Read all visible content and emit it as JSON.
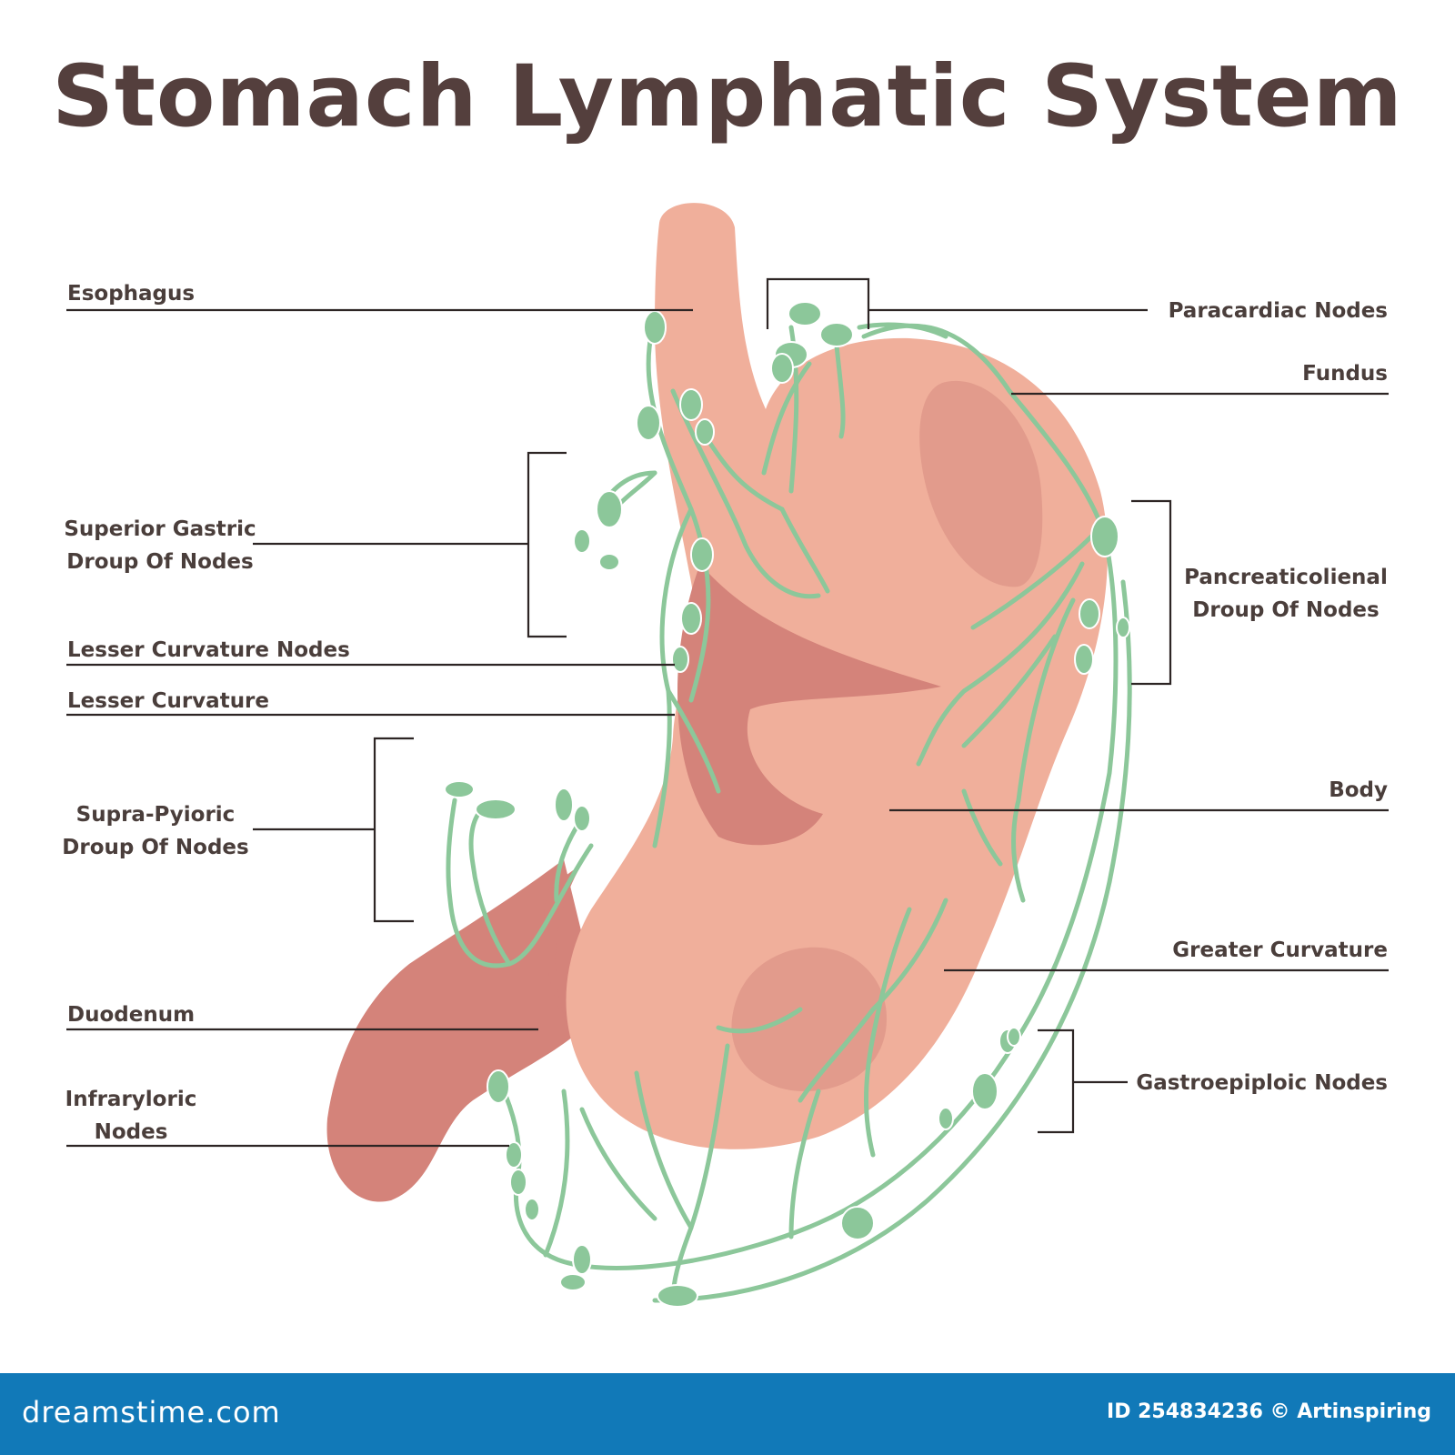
{
  "title": "Stomach Lymphatic System",
  "labels": {
    "esophagus": "Esophagus",
    "superior_gastric_1": "Superior Gastric",
    "superior_gastric_2": "Droup Of Nodes",
    "lesser_curvature_nodes": "Lesser Curvature Nodes",
    "lesser_curvature": "Lesser Curvature",
    "supra_pyioric_1": "Supra-Pyioric",
    "supra_pyioric_2": "Droup Of Nodes",
    "duodenum": "Duodenum",
    "infraryloric_1": "Infraryloric",
    "infraryloric_2": "Nodes",
    "paracardiac_nodes": "Paracardiac Nodes",
    "fundus": "Fundus",
    "pancreaticolienal_1": "Pancreaticolienal",
    "pancreaticolienal_2": "Droup Of Nodes",
    "body": "Body",
    "greater_curvature": "Greater Curvature",
    "gastroepiploic_nodes": "Gastroepiploic Nodes"
  },
  "footer": {
    "brand": "dreamstime.com",
    "credit": "ID 254834236 © Artinspiring"
  },
  "colors": {
    "stomach": "#f0af9b",
    "stomach_dark": "#d4837a",
    "lymph": "#8cc79a",
    "title": "#543f3d",
    "footer": "#1179b8"
  }
}
